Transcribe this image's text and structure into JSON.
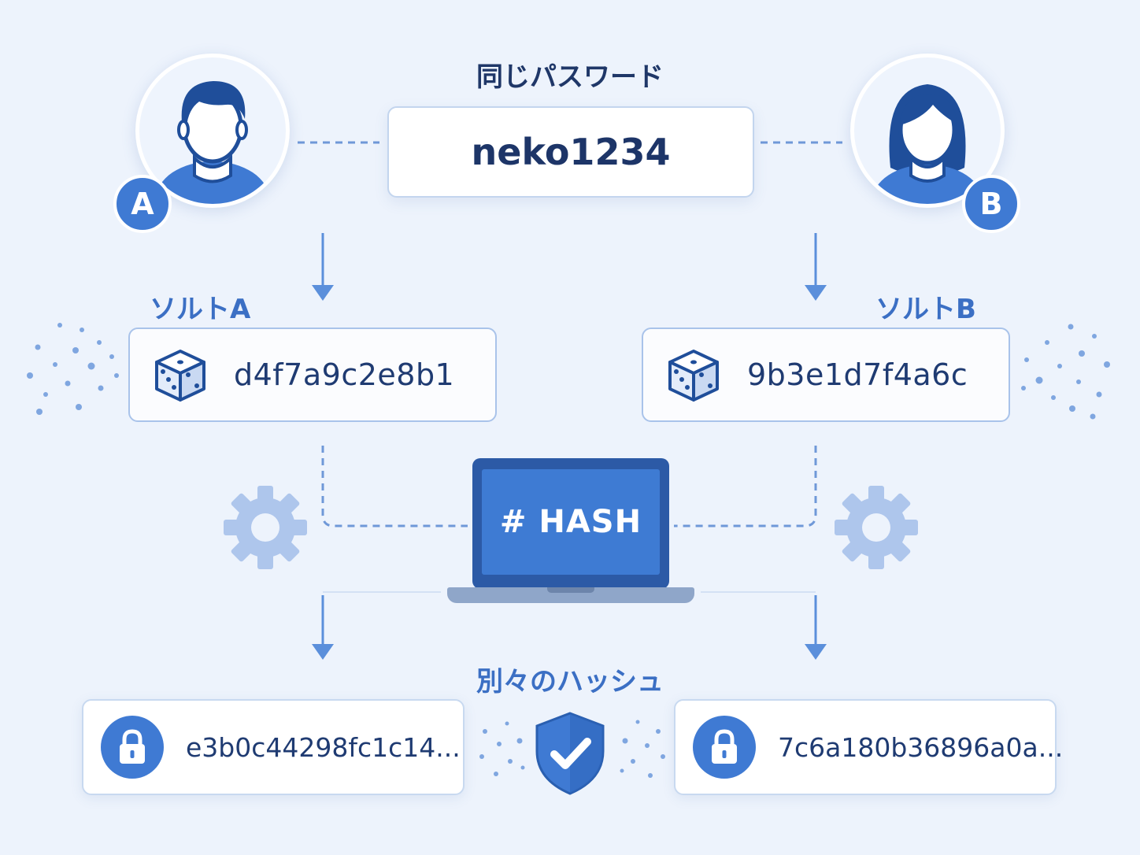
{
  "password_heading": "同じパスワード",
  "password": "neko1234",
  "users": [
    {
      "badge": "A"
    },
    {
      "badge": "B"
    }
  ],
  "salts": [
    {
      "label": "ソルトA",
      "value": "d4f7a9c2e8b1"
    },
    {
      "label": "ソルトB",
      "value": "9b3e1d7f4a6c"
    }
  ],
  "hash_function_label": "# HASH",
  "hashes_heading": "別々のハッシュ",
  "hashes": [
    {
      "value": "e3b0c44298fc1c14..."
    },
    {
      "value": "7c6a180b36896a0a..."
    }
  ],
  "icons": {
    "user": "person-icon",
    "salt": "dice-icon",
    "process": "gear-icon",
    "hash": "lock-icon",
    "verified": "shield-check-icon",
    "machine": "laptop-icon"
  },
  "colors": {
    "background": "#edf3fc",
    "accent": "#3f7ad3",
    "dark_text": "#1f3768",
    "label_blue": "#3b6fc4",
    "connector": "#5b8fdb"
  }
}
